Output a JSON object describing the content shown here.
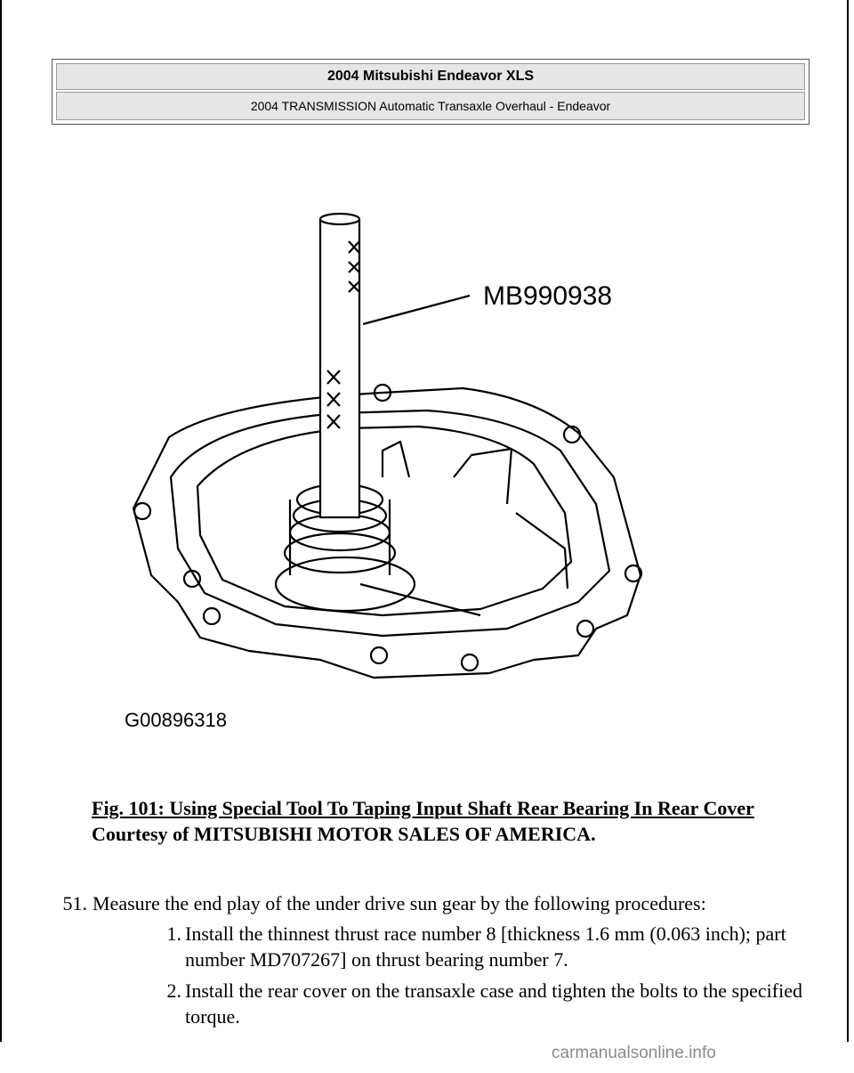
{
  "header": {
    "title": "2004 Mitsubishi Endeavor XLS",
    "subtitle": "2004 TRANSMISSION Automatic Transaxle Overhaul - Endeavor"
  },
  "figure": {
    "tool_label": "MB990938",
    "image_code": "G00896318"
  },
  "caption": {
    "title": "Fig. 101: Using Special Tool To Taping Input Shaft Rear Bearing In Rear Cover",
    "courtesy": "Courtesy of MITSUBISHI MOTOR SALES OF AMERICA."
  },
  "steps": [
    {
      "number": "51.",
      "text": "Measure the end play of the under drive sun gear by the following procedures:",
      "substeps": [
        {
          "number": "1.",
          "text": "Install the thinnest thrust race number 8 [thickness 1.6 mm (0.063 inch); part number MD707267] on thrust bearing number 7."
        },
        {
          "number": "2.",
          "text": "Install the rear cover on the transaxle case and tighten the bolts to the specified torque."
        }
      ]
    }
  ],
  "watermark": "carmanualsonline.info"
}
